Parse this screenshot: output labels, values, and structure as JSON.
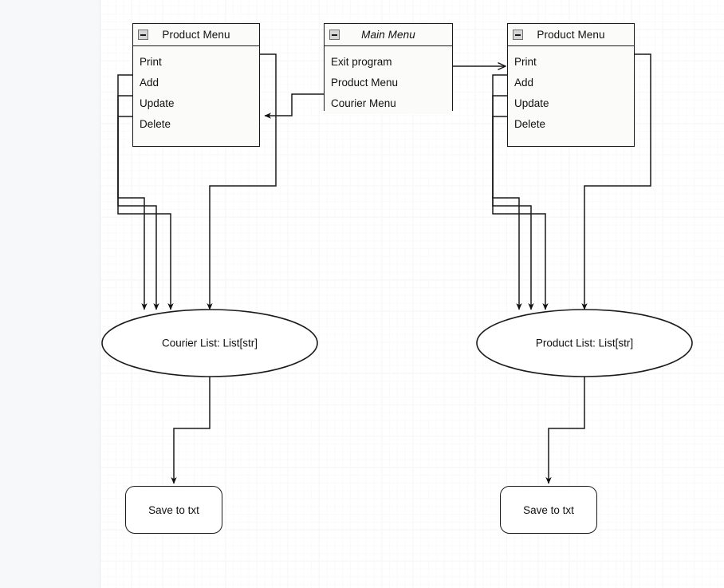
{
  "canvas": {
    "background_color": "#ffffff",
    "grid_minor_color": "#fafafa",
    "grid_major_color": "#e6e6e6",
    "panel_color": "#f7f8f9",
    "stroke_color": "#1a1a1a"
  },
  "nodes": {
    "left_product_menu": {
      "title": "Product Menu",
      "title_italic": false,
      "collapse_icon": "minus-box-icon",
      "items": [
        "Print",
        "Add",
        "Update",
        "Delete"
      ]
    },
    "main_menu": {
      "title": "Main Menu",
      "title_italic": true,
      "collapse_icon": "minus-box-icon",
      "items": [
        "Exit program",
        "Product Menu",
        "Courier Menu"
      ]
    },
    "right_product_menu": {
      "title": "Product Menu",
      "title_italic": false,
      "collapse_icon": "minus-box-icon",
      "items": [
        "Print",
        "Add",
        "Update",
        "Delete"
      ]
    },
    "courier_list": {
      "label": "Courier List: List[str]",
      "shape": "ellipse"
    },
    "product_list": {
      "label": "Product List: List[str]",
      "shape": "ellipse"
    },
    "left_save": {
      "label": "Save to txt",
      "shape": "rounded-rect"
    },
    "right_save": {
      "label": "Save to txt",
      "shape": "rounded-rect"
    }
  },
  "edges": [
    {
      "name": "main-menu-to-left-product-menu",
      "from": "main_menu",
      "to": "left_product_menu",
      "arrow": true
    },
    {
      "name": "main-menu-to-right-product-menu",
      "from": "main_menu",
      "to": "right_product_menu",
      "arrow": true
    },
    {
      "name": "left-print-to-courier-list",
      "from": "left_product_menu.Print",
      "to": "courier_list",
      "arrow": true
    },
    {
      "name": "left-add-to-courier-list",
      "from": "left_product_menu.Add",
      "to": "courier_list",
      "arrow": true
    },
    {
      "name": "left-update-to-courier-list",
      "from": "left_product_menu.Update",
      "to": "courier_list",
      "arrow": true
    },
    {
      "name": "left-delete-to-courier-list",
      "from": "left_product_menu.Delete",
      "to": "courier_list",
      "arrow": true
    },
    {
      "name": "right-print-to-product-list",
      "from": "right_product_menu.Print",
      "to": "product_list",
      "arrow": true
    },
    {
      "name": "right-add-to-product-list",
      "from": "right_product_menu.Add",
      "to": "product_list",
      "arrow": true
    },
    {
      "name": "right-update-to-product-list",
      "from": "right_product_menu.Update",
      "to": "product_list",
      "arrow": true
    },
    {
      "name": "right-delete-to-product-list",
      "from": "right_product_menu.Delete",
      "to": "product_list",
      "arrow": true
    },
    {
      "name": "courier-list-to-save",
      "from": "courier_list",
      "to": "left_save",
      "arrow": true
    },
    {
      "name": "product-list-to-save",
      "from": "product_list",
      "to": "right_save",
      "arrow": true
    }
  ]
}
